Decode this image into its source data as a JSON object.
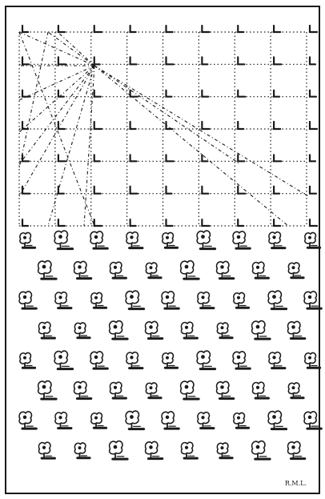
{
  "plate": {
    "signature": "R.M.L.",
    "ink_color": "#1a1a1a",
    "paper_color": "#ffffff"
  },
  "grid_section": {
    "columns": 9,
    "rows": 7,
    "glyph_icon": "corner-tick-icon",
    "line_style": "dotted"
  },
  "motif_section": {
    "rows": [
      9,
      8,
      9,
      8,
      9,
      8,
      9,
      8
    ],
    "motif_icon": "tree-tuft-icon"
  }
}
